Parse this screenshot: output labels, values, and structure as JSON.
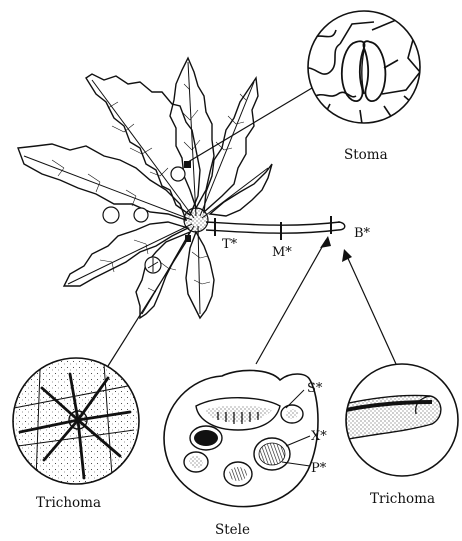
{
  "labels": {
    "stoma": "Stoma",
    "trichoma_left": "Trichoma",
    "trichoma_right": "Trichoma",
    "stele": "Stele",
    "t": "T*",
    "m": "M*",
    "b": "B*",
    "s": "S*",
    "x": "X*",
    "p": "P*"
  },
  "colors": {
    "ink": "#111111",
    "paper": "#ffffff"
  }
}
